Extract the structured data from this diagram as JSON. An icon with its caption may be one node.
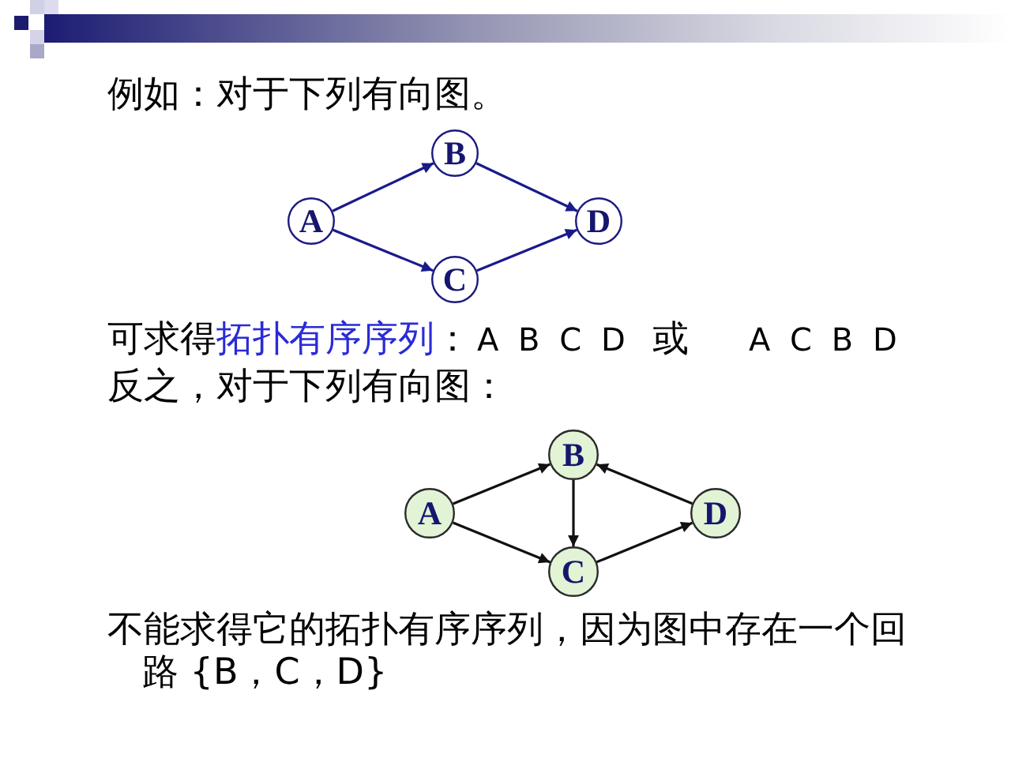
{
  "diagram": {
    "nodes": [
      {
        "text": [
          "A"
        ]
      },
      {
        "text": [
          "B"
        ]
      },
      {
        "text": [
          "C"
        ]
      },
      {
        "text": [
          "D"
        ]
      },
      {
        "text": [
          "A"
        ]
      },
      {
        "text": [
          "B"
        ]
      },
      {
        "text": [
          "C"
        ]
      },
      {
        "text": [
          "D"
        ]
      }
    ],
    "edges": [
      {
        "from": 0,
        "to": 1,
        "arrow": "to",
        "color": "#1a1a8c"
      },
      {
        "from": 1,
        "to": 3,
        "arrow": "to",
        "color": "#1a1a8c"
      },
      {
        "from": 0,
        "to": 2,
        "arrow": "to",
        "color": "#1a1a8c"
      },
      {
        "from": 2,
        "to": 3,
        "arrow": "to",
        "color": "#1a1a8c"
      },
      {
        "from": 4,
        "to": 5,
        "arrow": "to"
      },
      {
        "from": 4,
        "to": 6,
        "arrow": "to"
      },
      {
        "from": 5,
        "to": 6,
        "arrow": "to"
      },
      {
        "from": 6,
        "to": 7,
        "arrow": "to"
      },
      {
        "from": 7,
        "to": 5,
        "arrow": "to"
      }
    ],
    "labels": [
      "例如：对于下列有向图。",
      "可求得",
      "拓扑有序序列",
      "：",
      "A B C D",
      "或",
      "A C B D",
      "反之，对于下列有向图：",
      "不能求得它的拓扑有序序列，因为图中存在一个回路 {B，C，D}"
    ]
  }
}
